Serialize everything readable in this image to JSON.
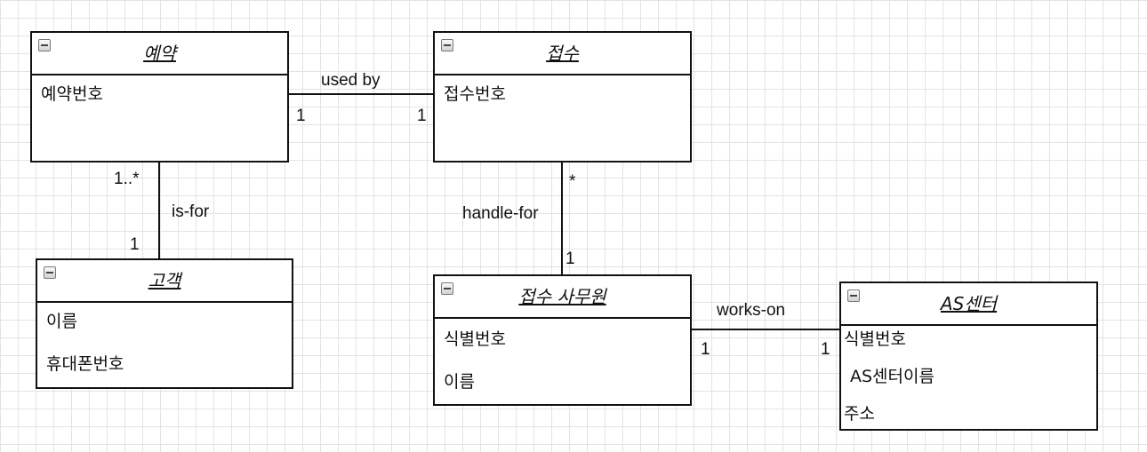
{
  "classes": {
    "reservation": {
      "title": "예약",
      "attrs": [
        "예약번호"
      ]
    },
    "reception": {
      "title": "접수",
      "attrs": [
        "접수번호"
      ]
    },
    "customer": {
      "title": "고객",
      "attrs": [
        "이름",
        "휴대폰번호"
      ]
    },
    "clerk": {
      "title": "접수 사무원",
      "attrs": [
        "식별번호",
        "이름"
      ]
    },
    "center": {
      "title": "AS센터",
      "attrs": [
        "식별번호",
        "AS센터이름",
        "주소"
      ]
    }
  },
  "associations": {
    "used_by": {
      "name": "used by",
      "source_mult": "1",
      "target_mult": "1"
    },
    "is_for": {
      "name": "is-for",
      "source_mult": "1..*",
      "target_mult": "1"
    },
    "handle_for": {
      "name": "handle-for",
      "source_mult": "*",
      "target_mult": "1"
    },
    "works_on": {
      "name": "works-on",
      "source_mult": "1",
      "target_mult": "1"
    }
  }
}
